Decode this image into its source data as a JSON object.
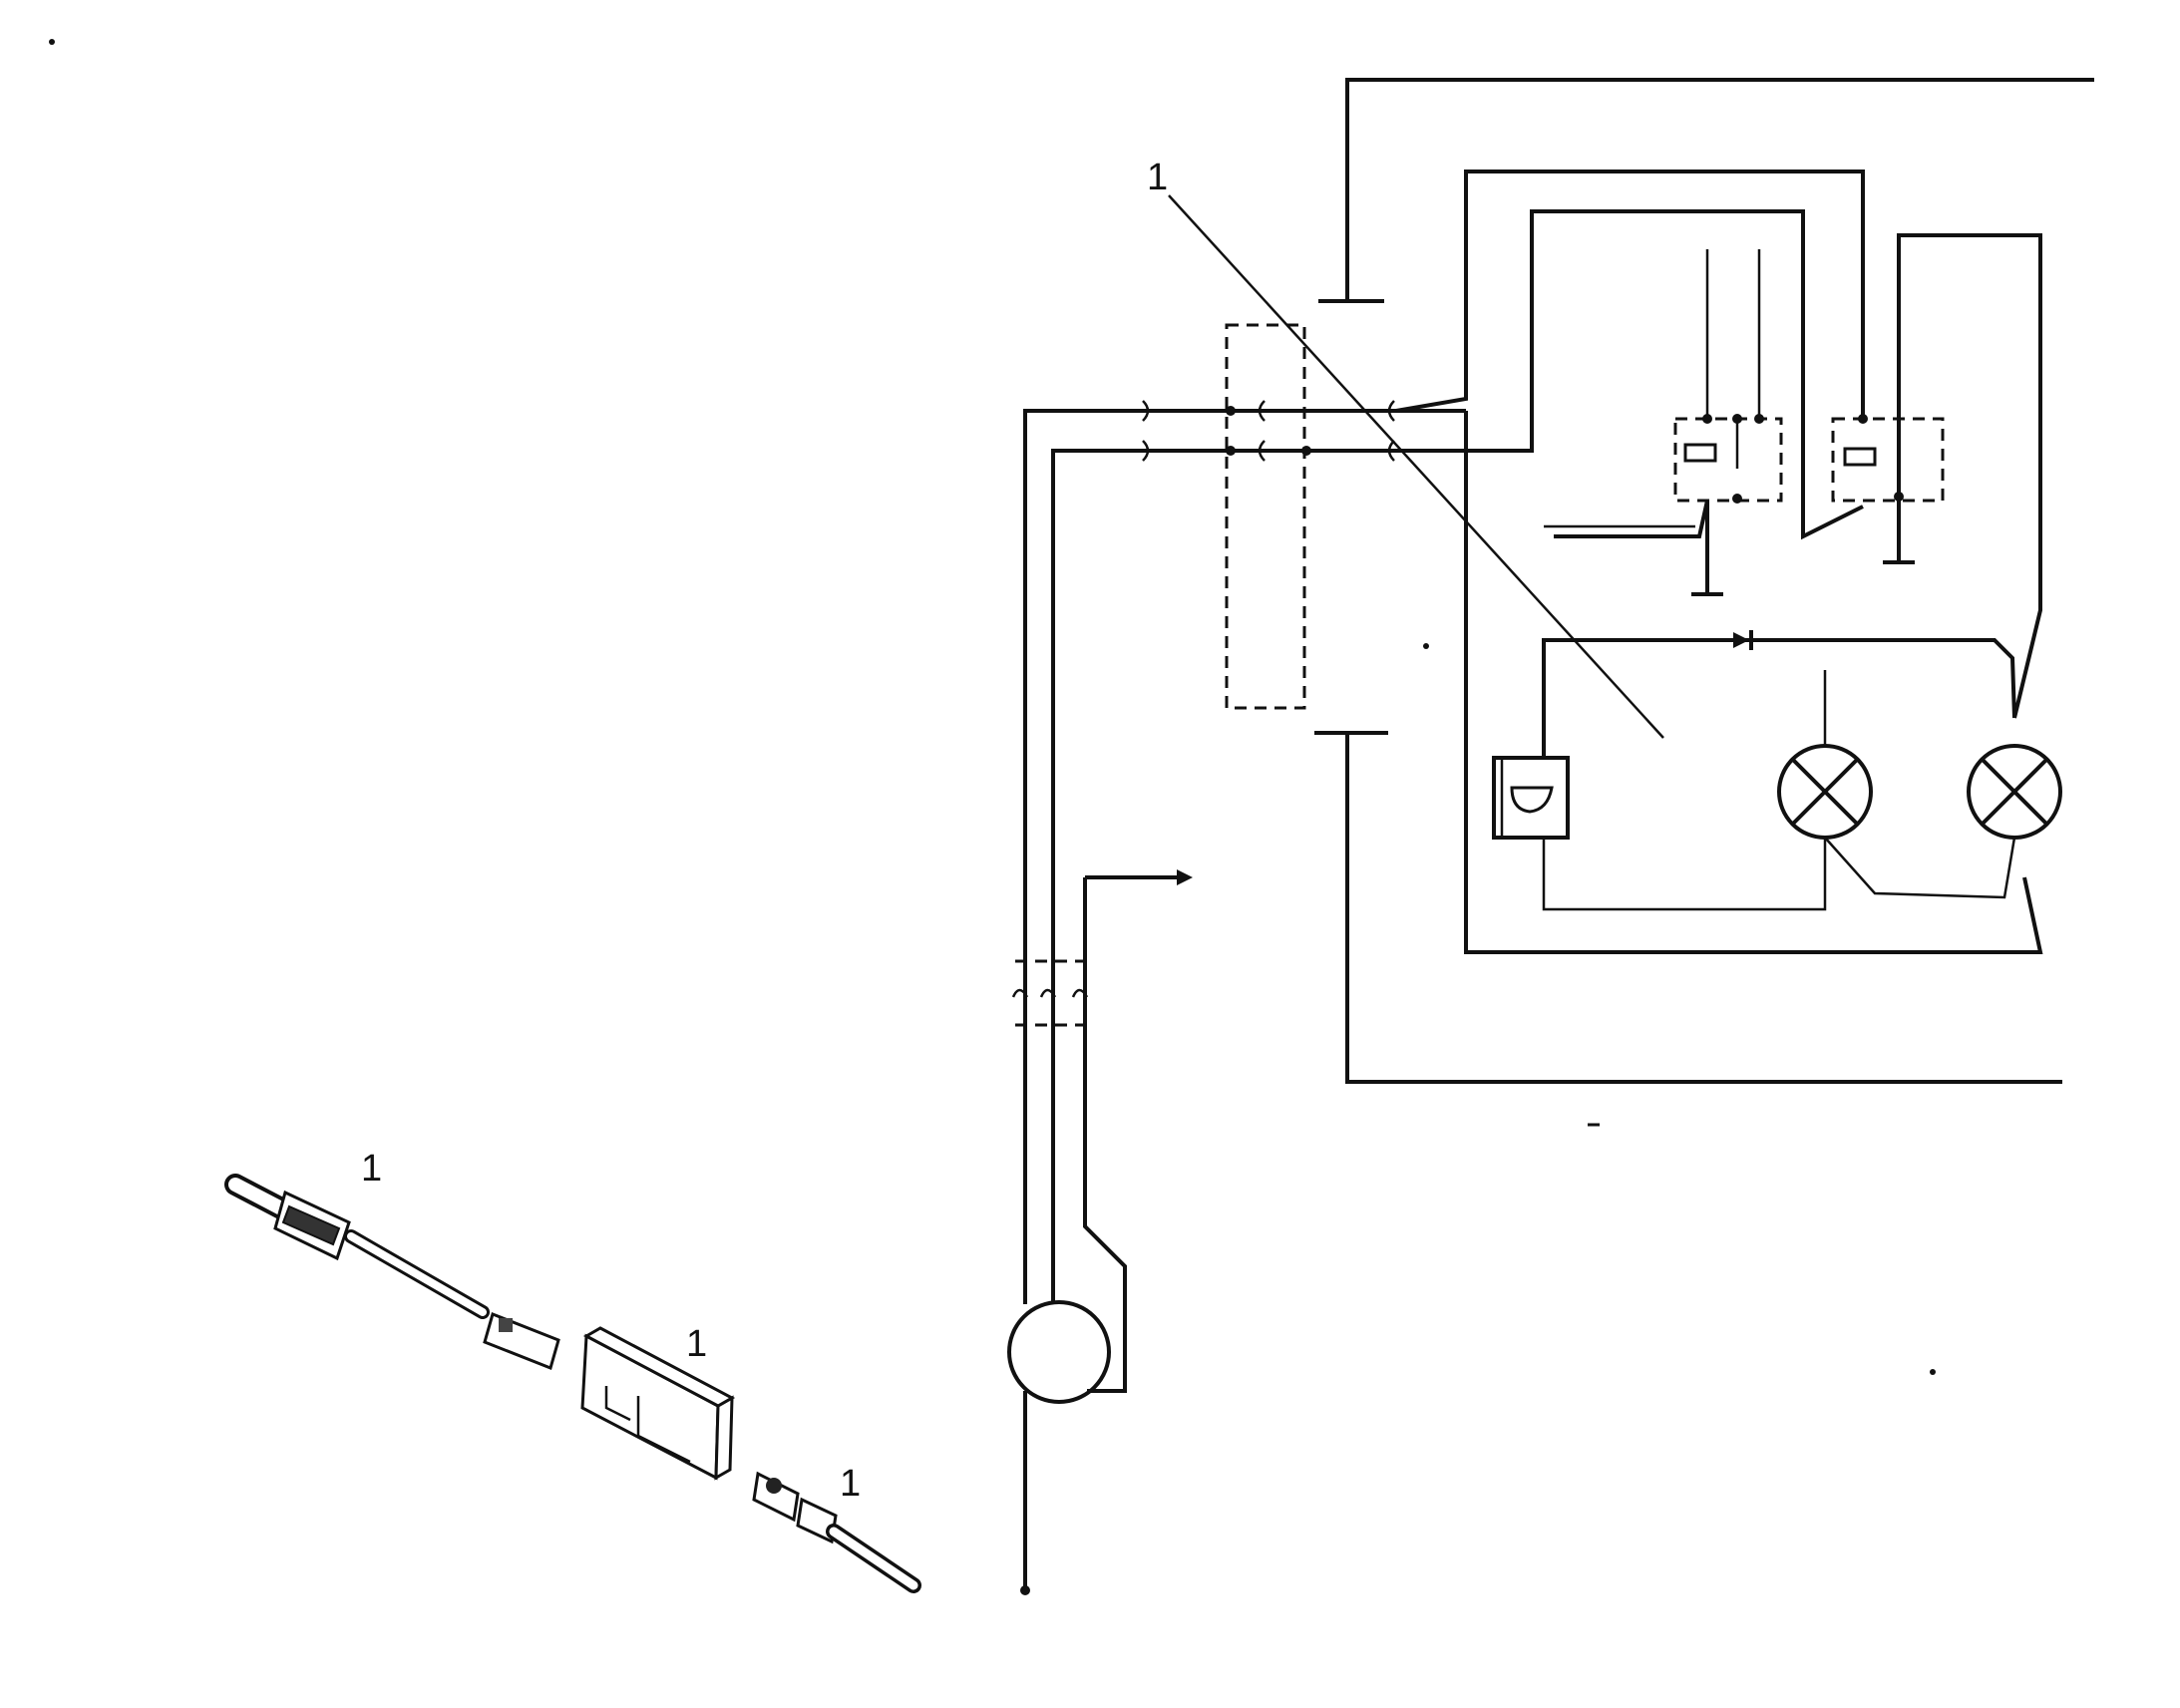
{
  "callouts": {
    "top": "1",
    "sensor": "1",
    "housing": "1",
    "terminal": "1"
  },
  "colors": {
    "ink": "#111111",
    "background": "#ffffff"
  }
}
